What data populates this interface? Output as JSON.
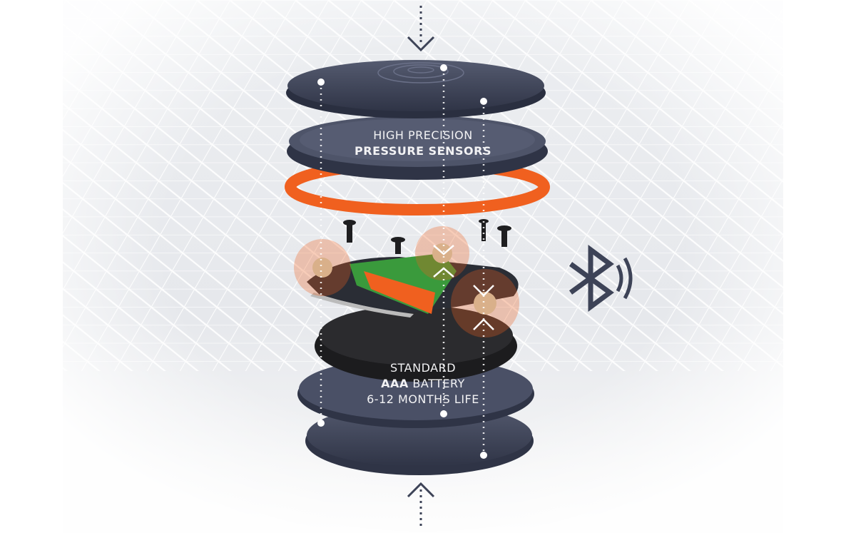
{
  "sensor_label": {
    "line1": "HIGH PRECISION",
    "line2": "PRESSURE SENSORS"
  },
  "battery_label": {
    "line1": "STANDARD",
    "line2_bold": "AAA",
    "line2_rest": " BATTERY",
    "line3": "6-12 MONTHS LIFE"
  },
  "icons": [
    "arrow-down-icon",
    "arrow-up-icon",
    "bluetooth-icon"
  ],
  "colors": {
    "shell": "#3d4357",
    "accent": "#f0601f",
    "pcb": "#3a9a3c",
    "chassis": "#222222"
  }
}
